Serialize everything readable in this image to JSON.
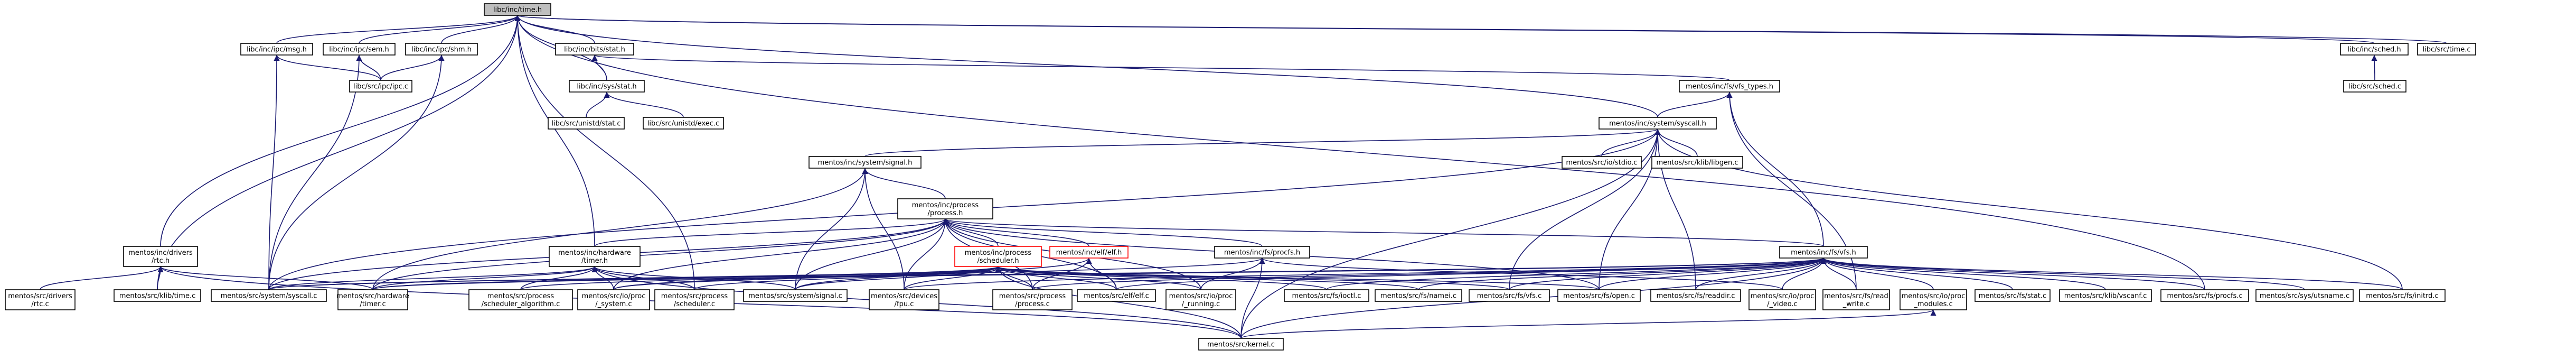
{
  "colors": {
    "edge": "#191970",
    "node_border": "#000000",
    "root_fill": "#bfbfbf",
    "missing_border": "#ff0000"
  },
  "nodes": [
    {
      "id": "libc_time",
      "lines": [
        "libc/inc/time.h"
      ],
      "root": true
    },
    {
      "id": "ipc_msg",
      "lines": [
        "libc/inc/ipc/msg.h"
      ]
    },
    {
      "id": "ipc_sem",
      "lines": [
        "libc/inc/ipc/sem.h"
      ]
    },
    {
      "id": "ipc_shm",
      "lines": [
        "libc/inc/ipc/shm.h"
      ]
    },
    {
      "id": "bits_stat",
      "lines": [
        "libc/inc/bits/stat.h"
      ]
    },
    {
      "id": "sched_h",
      "lines": [
        "libc/inc/sched.h"
      ]
    },
    {
      "id": "time_c",
      "lines": [
        "libc/src/time.c"
      ]
    },
    {
      "id": "ipc_c",
      "lines": [
        "libc/src/ipc/ipc.c"
      ]
    },
    {
      "id": "sys_stat",
      "lines": [
        "libc/inc/sys/stat.h"
      ]
    },
    {
      "id": "sched_c",
      "lines": [
        "libc/src/sched.c"
      ]
    },
    {
      "id": "unistd_stat",
      "lines": [
        "libc/src/unistd/stat.c"
      ]
    },
    {
      "id": "unistd_exec",
      "lines": [
        "libc/src/unistd/exec.c"
      ]
    },
    {
      "id": "vfs_types",
      "lines": [
        "mentos/inc/fs/vfs_types.h"
      ]
    },
    {
      "id": "syscall_h",
      "lines": [
        "mentos/inc/system/syscall.h"
      ]
    },
    {
      "id": "signal_h",
      "lines": [
        "mentos/inc/system/signal.h"
      ]
    },
    {
      "id": "stdio_c",
      "lines": [
        "mentos/src/io/stdio.c"
      ]
    },
    {
      "id": "libgen_c",
      "lines": [
        "mentos/src/klib/libgen.c"
      ]
    },
    {
      "id": "process_h",
      "lines": [
        "mentos/inc/process",
        "/process.h"
      ]
    },
    {
      "id": "drivers_rtc_h",
      "lines": [
        "mentos/inc/drivers",
        "/rtc.h"
      ]
    },
    {
      "id": "hw_timer_h",
      "lines": [
        "mentos/inc/hardware",
        "/timer.h"
      ]
    },
    {
      "id": "scheduler_h",
      "lines": [
        "mentos/inc/process",
        "/scheduler.h"
      ],
      "red": true
    },
    {
      "id": "elf_h",
      "lines": [
        "mentos/inc/elf/elf.h"
      ],
      "red": true
    },
    {
      "id": "procfs_h",
      "lines": [
        "mentos/inc/fs/procfs.h"
      ]
    },
    {
      "id": "vfs_h",
      "lines": [
        "mentos/inc/fs/vfs.h"
      ]
    },
    {
      "id": "rtc_c",
      "lines": [
        "mentos/src/drivers",
        "/rtc.c"
      ]
    },
    {
      "id": "klib_time",
      "lines": [
        "mentos/src/klib/time.c"
      ]
    },
    {
      "id": "sys_syscall_c",
      "lines": [
        "mentos/src/system/syscall.c"
      ]
    },
    {
      "id": "hw_timer_c",
      "lines": [
        "mentos/src/hardware",
        "/timer.c"
      ]
    },
    {
      "id": "sched_algo",
      "lines": [
        "mentos/src/process",
        "/scheduler_algorithm.c"
      ]
    },
    {
      "id": "proc_system",
      "lines": [
        "mentos/src/io/proc",
        "/_system.c"
      ]
    },
    {
      "id": "scheduler_c",
      "lines": [
        "mentos/src/process",
        "/scheduler.c"
      ]
    },
    {
      "id": "sys_signal_c",
      "lines": [
        "mentos/src/system/signal.c"
      ]
    },
    {
      "id": "fpu_c",
      "lines": [
        "mentos/src/devices",
        "/fpu.c"
      ]
    },
    {
      "id": "process_c",
      "lines": [
        "mentos/src/process",
        "/process.c"
      ]
    },
    {
      "id": "elf_c",
      "lines": [
        "mentos/src/elf/elf.c"
      ]
    },
    {
      "id": "proc_running",
      "lines": [
        "mentos/src/io/proc",
        "/_running.c"
      ]
    },
    {
      "id": "ioctl_c",
      "lines": [
        "mentos/src/fs/ioctl.c"
      ]
    },
    {
      "id": "namei_c",
      "lines": [
        "mentos/src/fs/namei.c"
      ]
    },
    {
      "id": "vfs_c",
      "lines": [
        "mentos/src/fs/vfs.c"
      ]
    },
    {
      "id": "open_c",
      "lines": [
        "mentos/src/fs/open.c"
      ]
    },
    {
      "id": "readdir_c",
      "lines": [
        "mentos/src/fs/readdir.c"
      ]
    },
    {
      "id": "proc_video",
      "lines": [
        "mentos/src/io/proc",
        "/_video.c"
      ]
    },
    {
      "id": "read_write",
      "lines": [
        "mentos/src/fs/read",
        "_write.c"
      ]
    },
    {
      "id": "proc_modules",
      "lines": [
        "mentos/src/io/proc",
        "_modules.c"
      ]
    },
    {
      "id": "fs_stat",
      "lines": [
        "mentos/src/fs/stat.c"
      ]
    },
    {
      "id": "vscanf_c",
      "lines": [
        "mentos/src/klib/vscanf.c"
      ]
    },
    {
      "id": "procfs_c",
      "lines": [
        "mentos/src/fs/procfs.c"
      ]
    },
    {
      "id": "utsname_c",
      "lines": [
        "mentos/src/sys/utsname.c"
      ]
    },
    {
      "id": "initrd_c",
      "lines": [
        "mentos/src/fs/initrd.c"
      ]
    },
    {
      "id": "kernel_c",
      "lines": [
        "mentos/src/kernel.c"
      ]
    }
  ]
}
